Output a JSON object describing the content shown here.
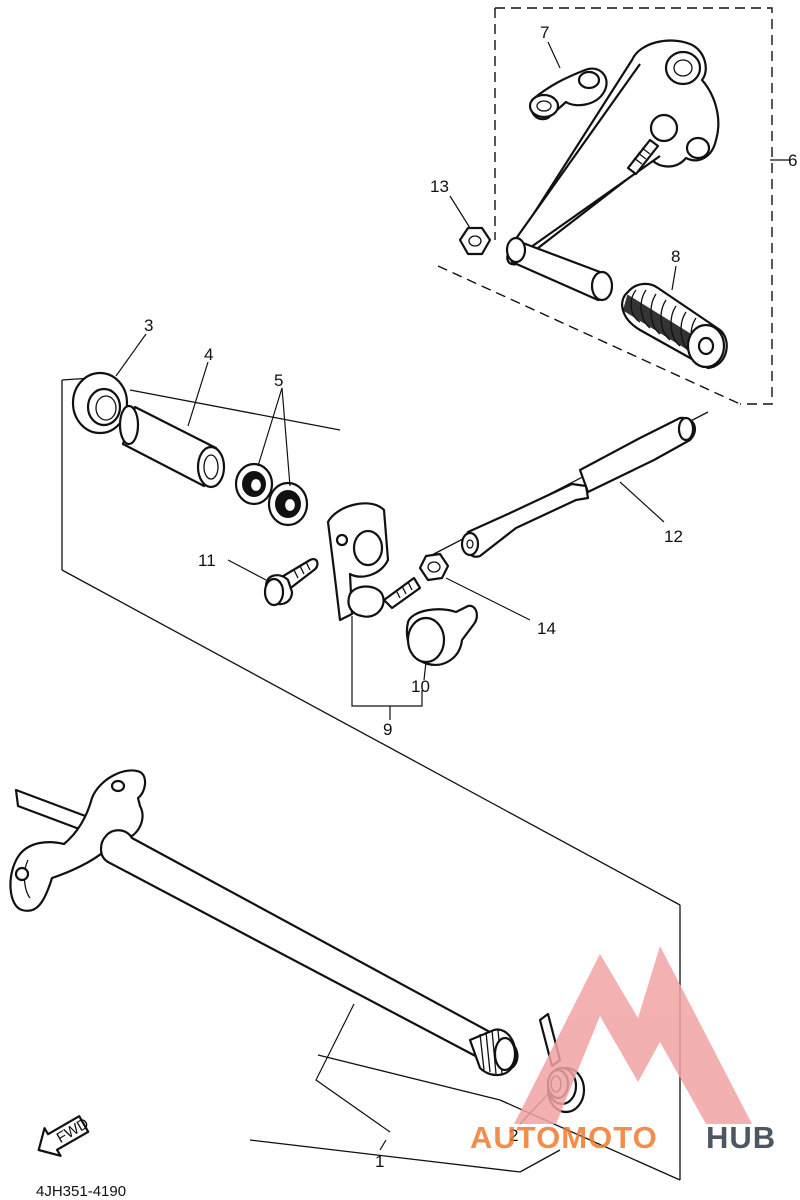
{
  "callouts": [
    "1",
    "2",
    "3",
    "4",
    "5",
    "6",
    "7",
    "8",
    "9",
    "10",
    "11",
    "12",
    "13",
    "14"
  ],
  "fwd_label": "FWD",
  "drawing_code": "4JH351-4190",
  "watermark": {
    "part1": "AUTOMOTO",
    "part2": "HUB",
    "color_accent": "#f07a2e",
    "color_dark": "#2f3a4a",
    "triangle_color": "#f2a3a3"
  }
}
